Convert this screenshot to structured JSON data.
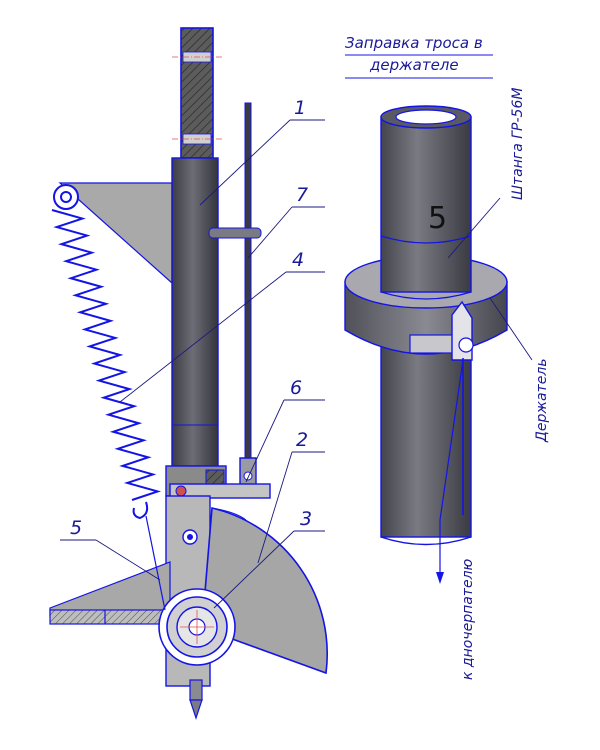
{
  "diagram": {
    "title_line1": "Заправка троса в",
    "title_line2": "держателе",
    "rod_label": "Штанга ГР-56М",
    "holder_label": "Держатель",
    "direction_label": "к дночерпателю",
    "rod_number": "5",
    "callouts": [
      "1",
      "7",
      "4",
      "6",
      "2",
      "3",
      "5"
    ]
  },
  "colors": {
    "outline": "#1414e6",
    "steel_dark": "#4a4a52",
    "steel_mid": "#6a6a72",
    "plate_grey": "#a8a8a8",
    "hatch_fill": "#5a5a5a",
    "leader": "#1a1a80"
  }
}
